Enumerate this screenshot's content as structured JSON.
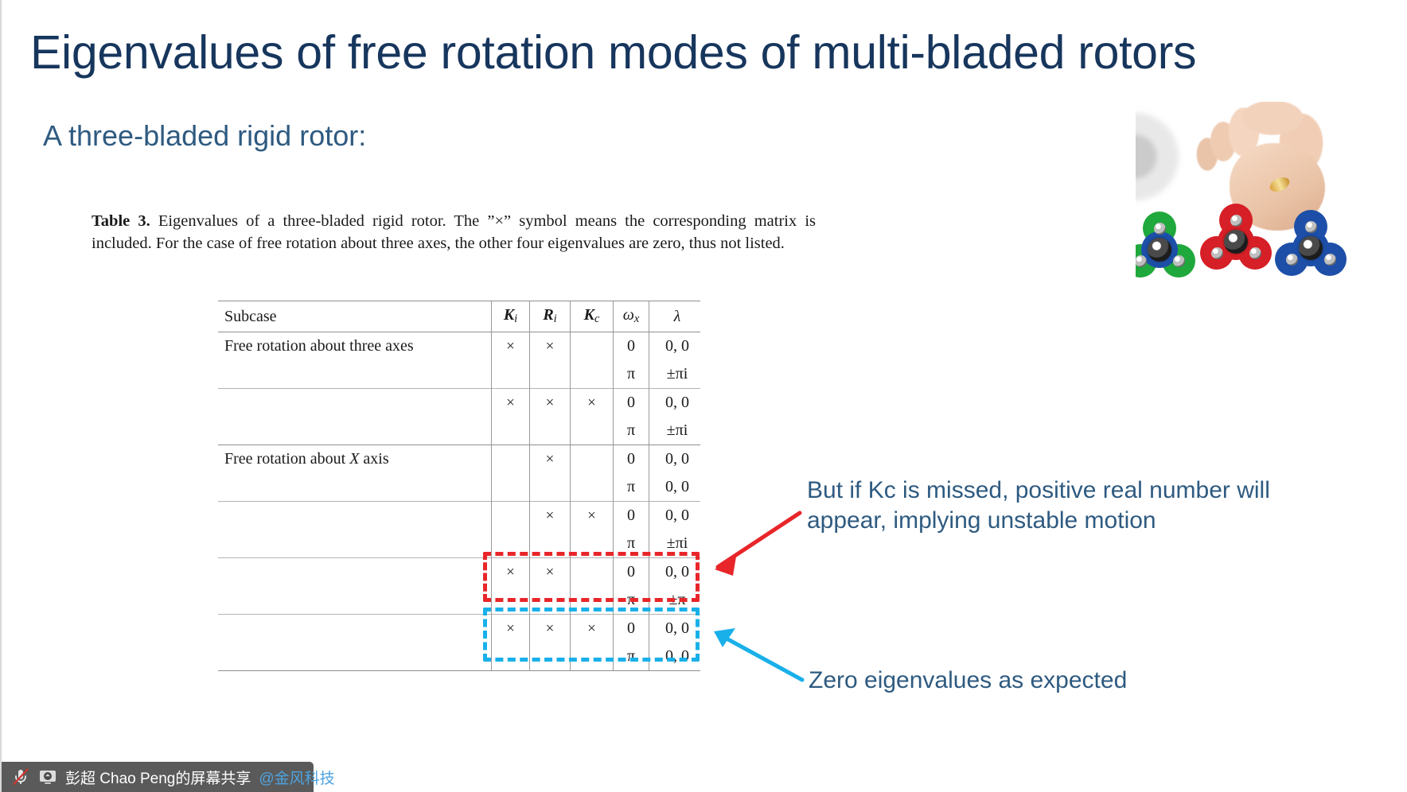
{
  "slide": {
    "title": "Eigenvalues of free rotation modes of multi-bladed rotors",
    "subtitle": "A three-bladed rigid rotor:",
    "title_color": "#17365d",
    "subtitle_color": "#2e5a80"
  },
  "caption": {
    "label": "Table 3.",
    "text": " Eigenvalues of a three-bladed rigid rotor. The ”×” symbol means the corresponding matrix is included. For the case of free rotation about three axes, the other four eigenvalues are zero, thus not listed."
  },
  "table": {
    "headers": {
      "subcase": "Subcase",
      "ki_main": "K",
      "ki_sub": "i",
      "ri_main": "R",
      "ri_sub": "i",
      "kc_main": "K",
      "kc_sub": "c",
      "omega_main": "ω",
      "omega_sub": "x",
      "lambda": "λ"
    },
    "x_symbol": "×",
    "rows": [
      {
        "subcase": "Free rotation about three axes",
        "ki": "×",
        "ri": "×",
        "kc": "",
        "omega": "0",
        "lambda": "0, 0",
        "group_start": true,
        "ki_on": false,
        "ri_on": true,
        "kc_on": false
      },
      {
        "subcase": "",
        "ki": "",
        "ri": "",
        "kc": "",
        "omega": "π",
        "lambda": "±πi",
        "ki_on": false,
        "ri_on": false,
        "kc_on": false
      },
      {
        "subcase": "",
        "ki": "×",
        "ri": "×",
        "kc": "×",
        "omega": "0",
        "lambda": "0, 0",
        "ki_on": true,
        "ri_on": true,
        "kc_on": true
      },
      {
        "subcase": "",
        "ki": "",
        "ri": "",
        "kc": "",
        "omega": "π",
        "lambda": "±πi",
        "ki_on": false,
        "ri_on": false,
        "kc_on": false
      },
      {
        "subcase": "Free rotation about X axis",
        "ki": "",
        "ri": "×",
        "kc": "",
        "omega": "0",
        "lambda": "0, 0",
        "ki_on": false,
        "ri_on": true,
        "kc_on": false
      },
      {
        "subcase": "",
        "ki": "",
        "ri": "",
        "kc": "",
        "omega": "π",
        "lambda": "0, 0",
        "ki_on": false,
        "ri_on": false,
        "kc_on": false
      },
      {
        "subcase": "",
        "ki": "",
        "ri": "×",
        "kc": "×",
        "omega": "0",
        "lambda": "0, 0",
        "ki_on": false,
        "ri_on": true,
        "kc_on": true
      },
      {
        "subcase": "",
        "ki": "",
        "ri": "",
        "kc": "",
        "omega": "π",
        "lambda": "±πi",
        "ki_on": false,
        "ri_on": false,
        "kc_on": false
      },
      {
        "subcase": "",
        "ki": "×",
        "ri": "×",
        "kc": "",
        "omega": "0",
        "lambda": "0, 0",
        "ki_on": true,
        "ri_on": true,
        "kc_on": false
      },
      {
        "subcase": "",
        "ki": "",
        "ri": "",
        "kc": "",
        "omega": "π",
        "lambda": "±π",
        "ki_on": false,
        "ri_on": false,
        "kc_on": false
      },
      {
        "subcase": "",
        "ki": "×",
        "ri": "×",
        "kc": "×",
        "omega": "0",
        "lambda": "0, 0",
        "ki_on": true,
        "ri_on": true,
        "kc_on": true
      },
      {
        "subcase": "",
        "ki": "",
        "ri": "",
        "kc": "",
        "omega": "π",
        "lambda": "0, 0",
        "ki_on": false,
        "ri_on": false,
        "kc_on": false
      }
    ],
    "subcase_row0": "Free rotation about three axes",
    "subcase_row4_pre": "Free rotation about ",
    "subcase_row4_var": "X",
    "subcase_row4_post": " axis"
  },
  "annotations": {
    "red": {
      "line1": "But if Kc is missed, positive real number will",
      "line2": "appear, implying unstable motion",
      "color": "#e8262a"
    },
    "cyan": {
      "line1": "Zero eigenvalues as expected",
      "color": "#19b0ea"
    }
  },
  "taskbar": {
    "share_text": "彭超 Chao Peng的屏幕共享",
    "org_text": "@金风科技",
    "mute_icon": "mic-muted-icon",
    "share_icon": "screen-share-icon",
    "bg": "#5a5a5a"
  }
}
